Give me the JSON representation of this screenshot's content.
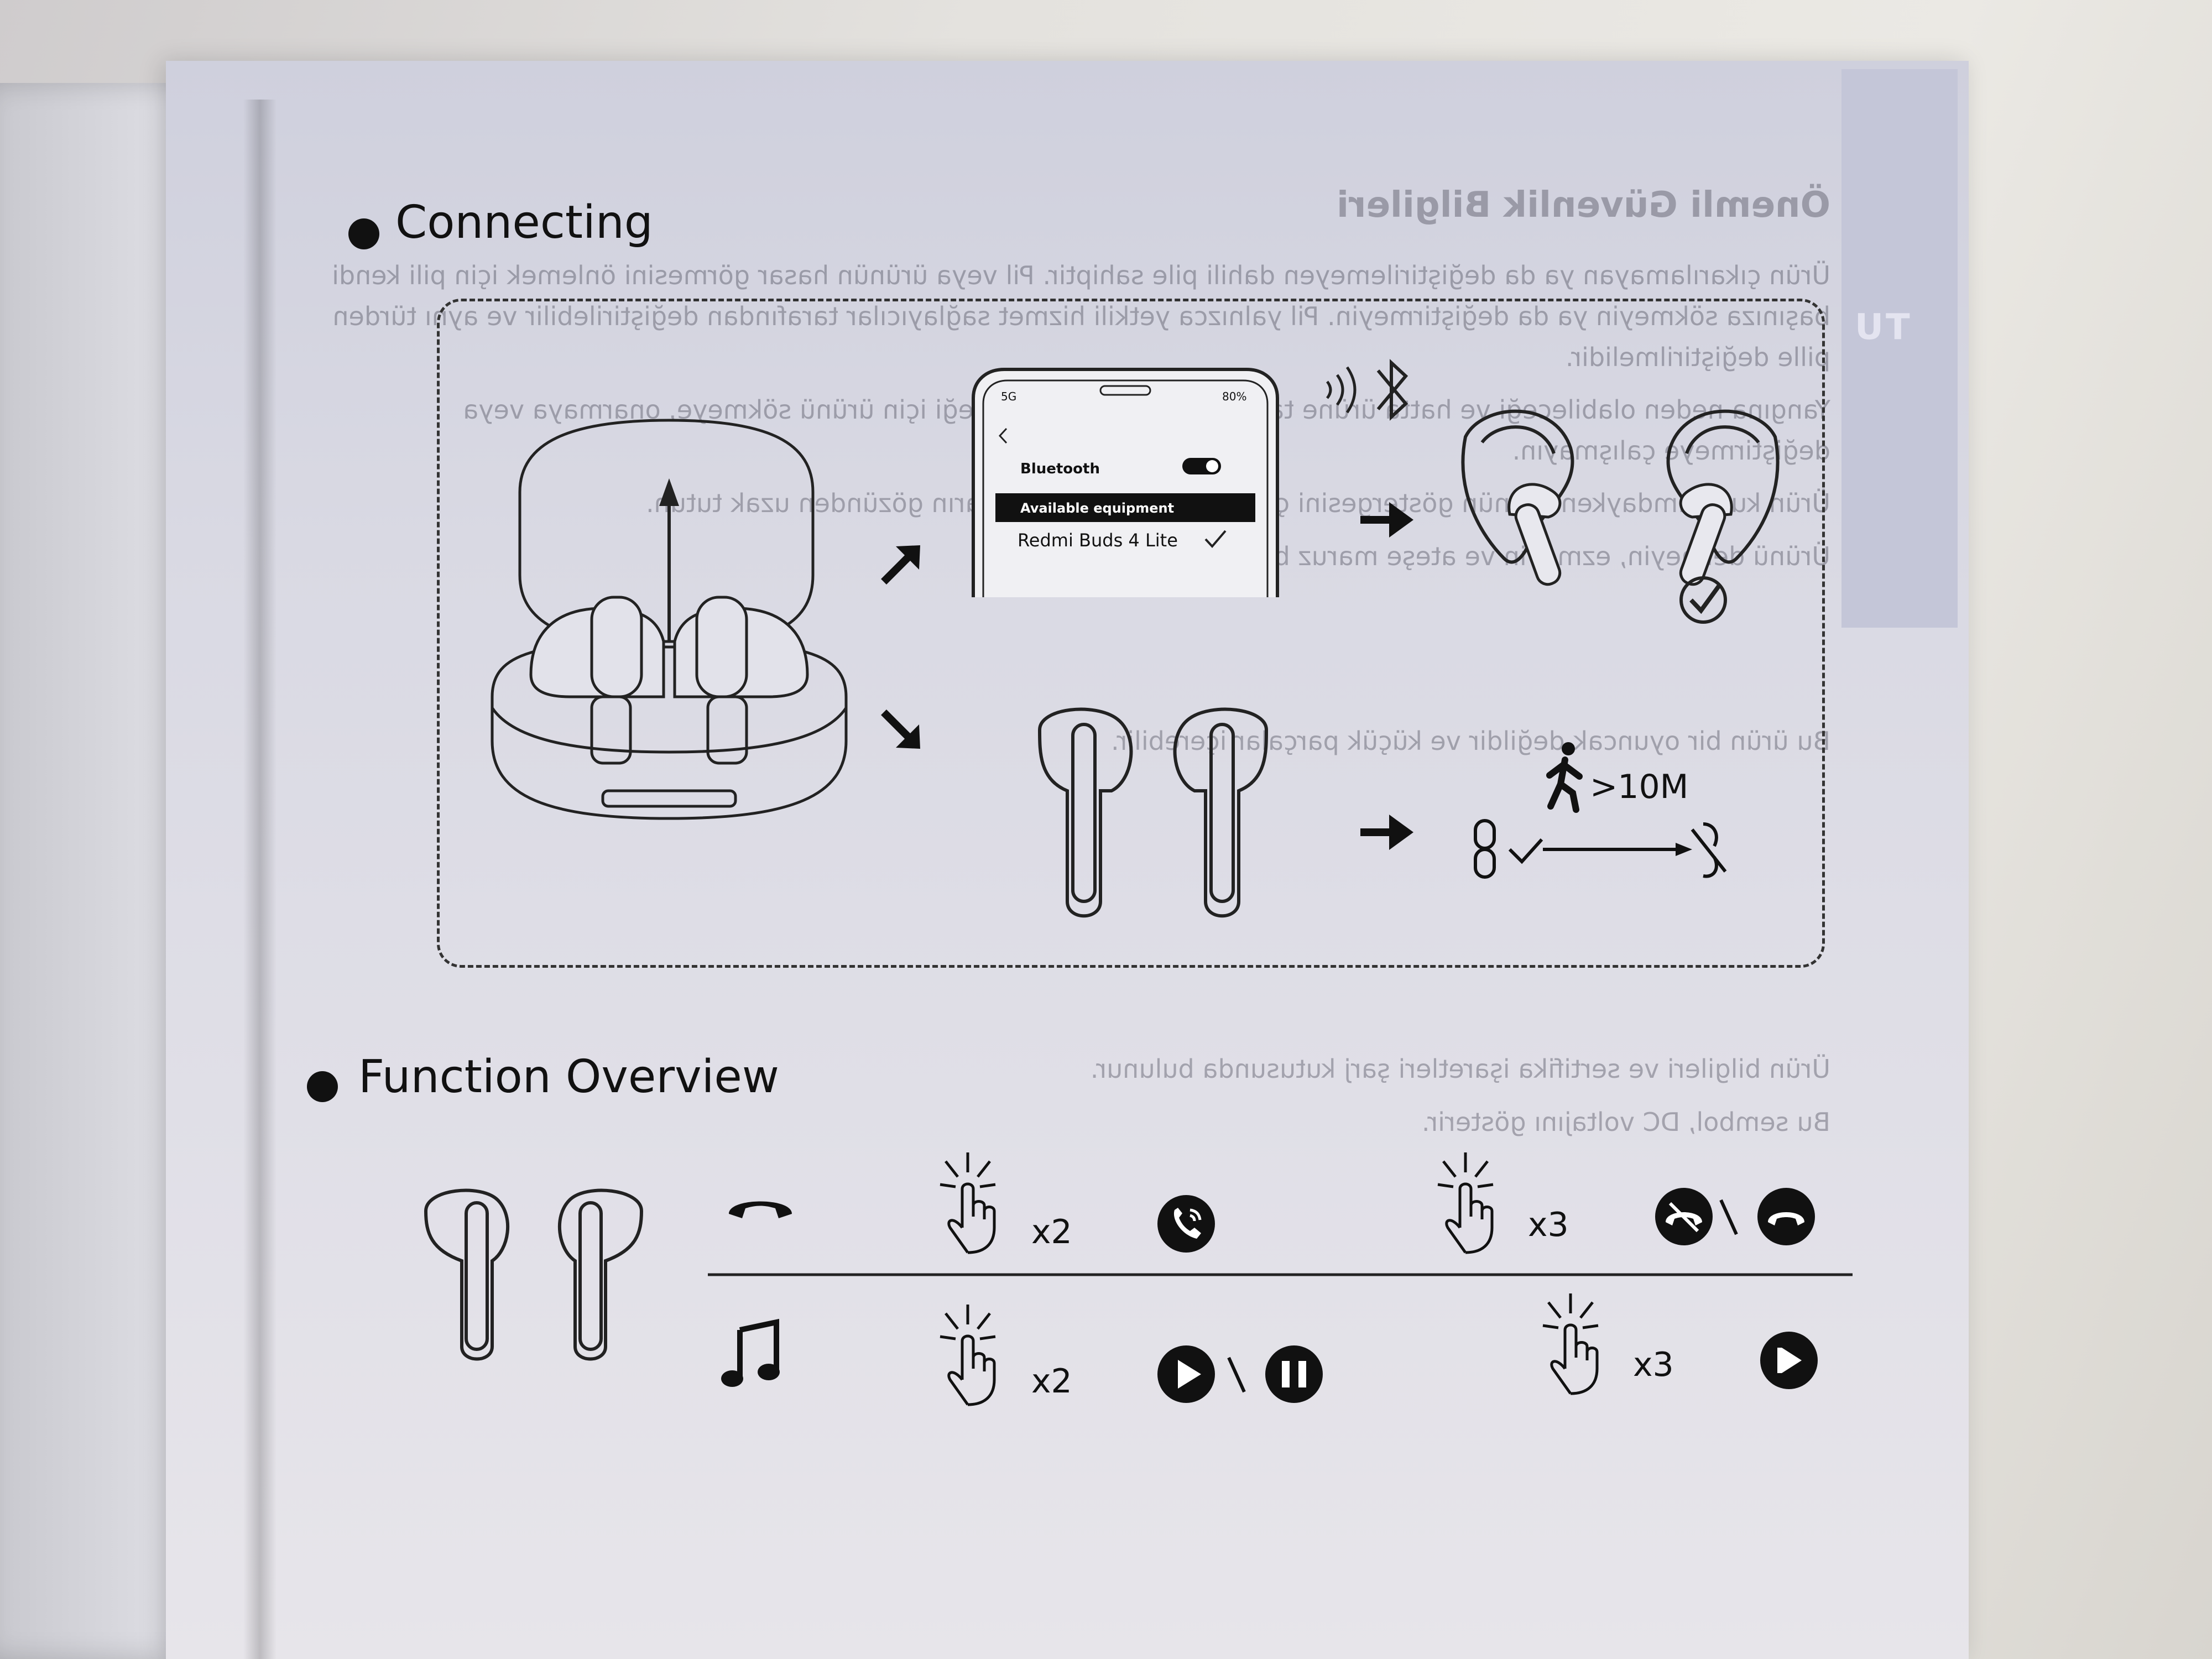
{
  "page": {
    "tab_label": "TU"
  },
  "background_bleed": {
    "title": "Önemli Güvenlik Bilgileri",
    "paragraphs": [
      "Ürün çıkarılamayan ya da değiştirilemeyen dahili pile sahiptir. Pil veya ürünün hasar görmesini önlemek için pili kendi başınıza sökmeyin ya da değiştirmeyin. Pil yalnızca yetkili hizmet sağlayıcılar tarafından değiştirilebilir ve aynı türden pille değiştirilmelidir.",
      "Yangına neden olabileceği ve hatta ürüne tamamen zarar verebileceği için ürünü sökmeye, onarmaya veya değiştirmeye çalışmayın.",
      "Ürün kullanımdayken ürünün göstergesini çocukların veya hayvanların gözünden uzak tutun.",
      "Ürünü delmeyin, ezmeyin ve ateşe maruz bırakmayın.",
      "Bu ürün bir oyuncak değildir ve küçük parçalar içerebilir.",
      "Ürün bilgileri ve sertifika işaretleri şarj kutusunda bulunur.",
      "Bu sembol, DC voltajını gösterir."
    ]
  },
  "sections": {
    "connecting": {
      "title": "Connecting"
    },
    "function_overview": {
      "title": "Function Overview"
    }
  },
  "phone": {
    "status_signal": "5G",
    "status_battery": "80%",
    "bluetooth_label": "Bluetooth",
    "available_header": "Available equipment",
    "device_name": "Redmi Buds 4 Lite"
  },
  "distance": {
    "label": ">10M"
  },
  "functions": {
    "call_tap": "x2",
    "call_tap_triple": "x3",
    "music_tap": "x2",
    "music_tap_triple": "x3"
  },
  "icons": [
    "case-open-icon",
    "arrow-up-right-icon",
    "arrow-down-right-icon",
    "arrow-right-icon",
    "phone-icon",
    "bluetooth-icon",
    "signal-waves-icon",
    "earbuds-in-ear-icon",
    "checkmark-circle-icon",
    "earbuds-pair-icon",
    "walking-person-icon",
    "link-icon",
    "link-broken-icon",
    "handset-icon",
    "music-note-icon",
    "double-tap-icon",
    "triple-tap-icon",
    "answer-call-icon",
    "reject-call-icon",
    "end-call-icon",
    "play-icon",
    "pause-icon",
    "next-track-icon"
  ]
}
